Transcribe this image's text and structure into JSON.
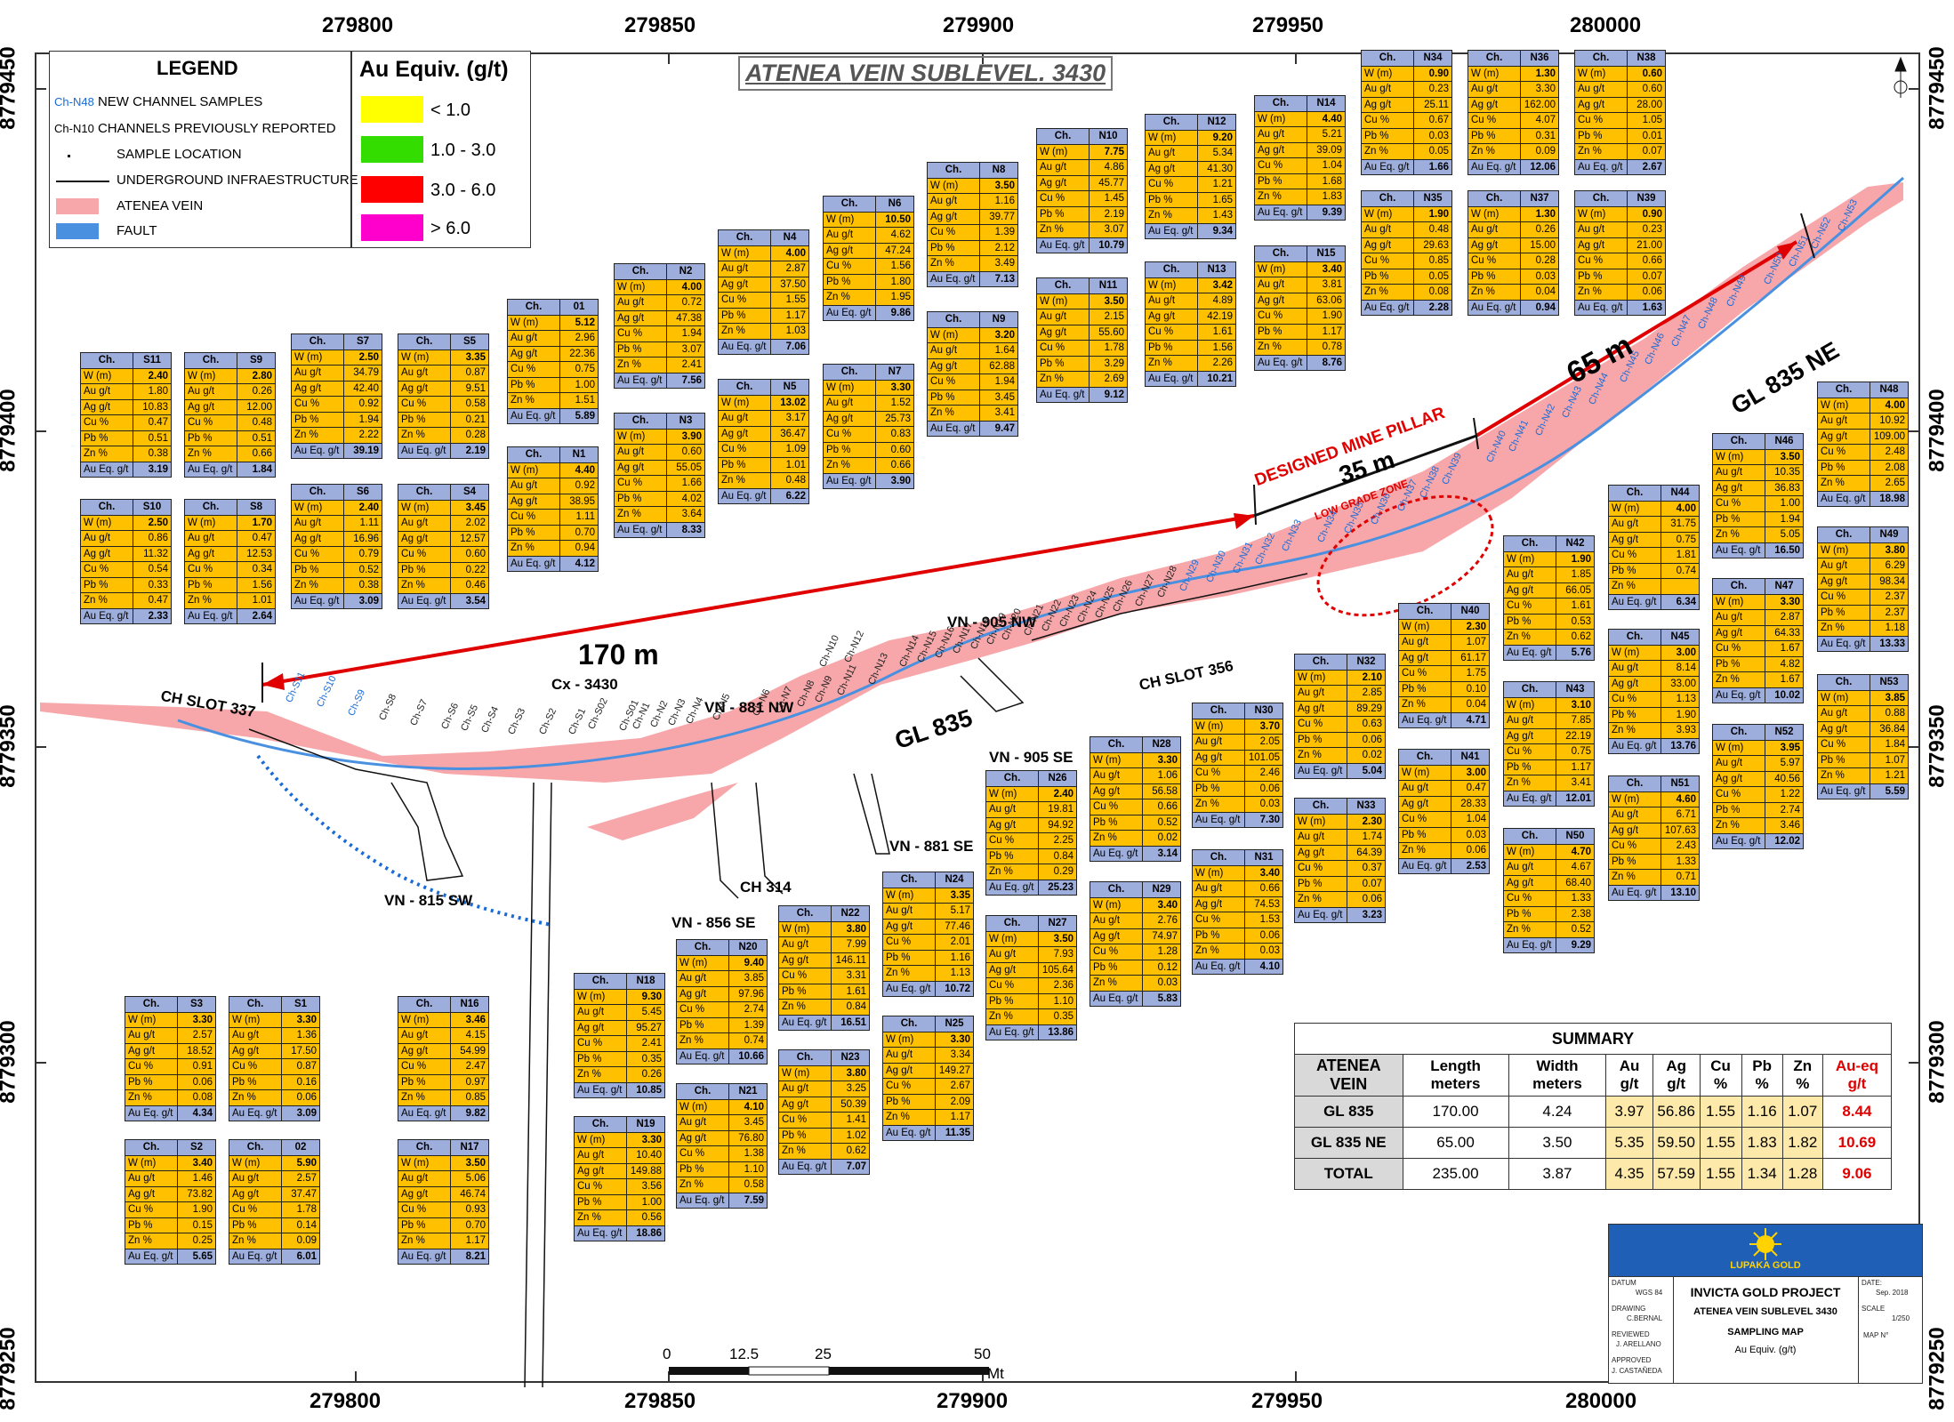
{
  "title": "ATENEA VEIN SUBLEVEL. 3430",
  "grid": {
    "x_labels": [
      "279800",
      "279850",
      "279900",
      "279950",
      "280000"
    ],
    "y_labels": [
      "8779450",
      "8779400",
      "8779350",
      "8779300",
      "8779250"
    ]
  },
  "legend": {
    "title": "LEGEND",
    "items": [
      {
        "code": "Ch-N48",
        "text": "NEW CHANNEL SAMPLES"
      },
      {
        "code": "Ch-N10",
        "text": "CHANNELS PREVIOUSLY REPORTED"
      },
      {
        "code": "",
        "text": "SAMPLE LOCATION"
      },
      {
        "code": "",
        "text": "UNDERGROUND INFRAESTRUCTURE"
      },
      {
        "code": "",
        "text": "ATENEA VEIN"
      },
      {
        "code": "",
        "text": "FAULT"
      }
    ],
    "color_title": "Au Equiv. (g/t)",
    "color_items": [
      {
        "label": "< 1.0",
        "color": "#ffff00"
      },
      {
        "label": "1.0 - 3.0",
        "color": "#33dd00"
      },
      {
        "label": "3.0 - 6.0",
        "color": "#ff0000"
      },
      {
        "label": "> 6.0",
        "color": "#ff00cc"
      }
    ],
    "vein_color": "#f7a7a9",
    "fault_color": "#4a90e0"
  },
  "labels": {
    "ch_slot_337": "CH SLOT 337",
    "ch_slot_356": "CH SLOT 356",
    "cx_3430": "Cx - 3430",
    "vn_881_nw": "VN - 881 NW",
    "vn_905_nw": "VN - 905 NW",
    "vn_905_se": "VN - 905 SE",
    "vn_881_se": "VN - 881 SE",
    "vn_856_se": "VN - 856 SE",
    "vn_815_sw": "VN - 815 SW",
    "ch_314": "CH 314",
    "gl_835": "GL 835",
    "gl_835_ne": "GL 835 NE",
    "dist_170": "170 m",
    "dist_65": "65 m",
    "dist_35": "35 m",
    "pillar": "DESIGNED MINE PILLAR",
    "low_grade": "LOW GRADE ZONE"
  },
  "channels_new": [
    "Ch-N33",
    "Ch-N34",
    "Ch-N35",
    "Ch-N36",
    "Ch-N37",
    "Ch-N38",
    "Ch-N39",
    "Ch-N40",
    "Ch-N41",
    "Ch-N42",
    "Ch-N43",
    "Ch-N44",
    "Ch-N45",
    "Ch-N46",
    "Ch-N47",
    "Ch-N48",
    "Ch-N49",
    "Ch-N50",
    "Ch-N51",
    "Ch-N52",
    "Ch-N53",
    "Ch-N29",
    "Ch-N30",
    "Ch-N31",
    "Ch-N32",
    "Ch-S11",
    "Ch-S10",
    "Ch-S9"
  ],
  "channels_old": [
    "Ch-S8",
    "Ch-S7",
    "Ch-S6",
    "Ch-S5",
    "Ch-S4",
    "Ch-S3",
    "Ch-S2",
    "Ch-S1",
    "Ch-S02",
    "Ch-S01",
    "Ch-N1",
    "Ch-N2",
    "Ch-N3",
    "Ch-N4",
    "Ch-N5",
    "Ch-N6",
    "Ch-N7",
    "Ch-N8",
    "Ch-N9",
    "Ch-N10",
    "Ch-N11",
    "Ch-N12",
    "Ch-N13",
    "Ch-N14",
    "Ch-N15",
    "Ch-N16",
    "Ch-N17",
    "Ch-N18",
    "Ch-N19",
    "Ch-N20",
    "Ch-N21",
    "Ch-N22",
    "Ch-N23",
    "Ch-N24",
    "Ch-N25",
    "Ch-N26",
    "Ch-N27",
    "Ch-N28"
  ],
  "table_row_labels": [
    "W (m)",
    "Au g/t",
    "Ag g/t",
    "Cu %",
    "Pb %",
    "Zn %",
    "Au Eq. g/t"
  ],
  "table_header_label": "Ch.",
  "tables": [
    {
      "id": "S11",
      "v": [
        "2.40",
        "1.80",
        "10.83",
        "0.47",
        "0.51",
        "0.38",
        "3.19"
      ],
      "new": true
    },
    {
      "id": "S9",
      "v": [
        "2.80",
        "0.26",
        "12.00",
        "0.48",
        "0.51",
        "0.66",
        "1.84"
      ],
      "new": true
    },
    {
      "id": "S7",
      "v": [
        "2.50",
        "34.79",
        "42.40",
        "0.92",
        "1.94",
        "2.22",
        "39.19"
      ],
      "new": false
    },
    {
      "id": "S5",
      "v": [
        "3.35",
        "0.87",
        "9.51",
        "0.58",
        "0.21",
        "0.28",
        "2.19"
      ],
      "new": false
    },
    {
      "id": "01",
      "v": [
        "5.12",
        "2.96",
        "22.36",
        "0.75",
        "1.00",
        "1.51",
        "5.89"
      ],
      "new": false
    },
    {
      "id": "N2",
      "v": [
        "4.00",
        "0.72",
        "47.38",
        "1.94",
        "3.07",
        "2.41",
        "7.56"
      ],
      "new": false
    },
    {
      "id": "N4",
      "v": [
        "4.00",
        "2.87",
        "37.50",
        "1.55",
        "1.17",
        "1.03",
        "7.06"
      ],
      "new": false
    },
    {
      "id": "N6",
      "v": [
        "10.50",
        "4.62",
        "47.24",
        "1.56",
        "1.80",
        "1.95",
        "9.86"
      ],
      "new": false
    },
    {
      "id": "N8",
      "v": [
        "3.50",
        "1.16",
        "39.77",
        "1.39",
        "2.12",
        "3.49",
        "7.13"
      ],
      "new": false
    },
    {
      "id": "N10",
      "v": [
        "7.75",
        "4.86",
        "45.77",
        "1.45",
        "2.19",
        "3.07",
        "10.79"
      ],
      "new": false
    },
    {
      "id": "N12",
      "v": [
        "9.20",
        "5.34",
        "41.30",
        "1.21",
        "1.65",
        "1.43",
        "9.34"
      ],
      "new": false
    },
    {
      "id": "N14",
      "v": [
        "4.40",
        "5.21",
        "39.09",
        "1.04",
        "1.68",
        "1.83",
        "9.39"
      ],
      "new": false
    },
    {
      "id": "S10",
      "v": [
        "2.50",
        "0.86",
        "11.32",
        "0.54",
        "0.33",
        "0.47",
        "2.33"
      ],
      "new": true
    },
    {
      "id": "S8",
      "v": [
        "1.70",
        "0.47",
        "12.53",
        "0.34",
        "1.56",
        "1.01",
        "2.64"
      ],
      "new": false
    },
    {
      "id": "S6",
      "v": [
        "2.40",
        "1.11",
        "16.96",
        "0.79",
        "0.52",
        "0.38",
        "3.09"
      ],
      "new": false
    },
    {
      "id": "S4",
      "v": [
        "3.45",
        "2.02",
        "12.57",
        "0.60",
        "0.22",
        "0.46",
        "3.54"
      ],
      "new": false
    },
    {
      "id": "N1",
      "v": [
        "4.40",
        "0.92",
        "38.95",
        "1.11",
        "0.70",
        "0.94",
        "4.12"
      ],
      "new": false
    },
    {
      "id": "N3",
      "v": [
        "3.90",
        "0.60",
        "55.05",
        "1.66",
        "4.02",
        "3.64",
        "8.33"
      ],
      "new": false
    },
    {
      "id": "N5",
      "v": [
        "13.02",
        "3.17",
        "36.47",
        "1.09",
        "1.01",
        "0.48",
        "6.22"
      ],
      "new": false
    },
    {
      "id": "N7",
      "v": [
        "3.30",
        "1.52",
        "25.73",
        "0.83",
        "0.60",
        "0.66",
        "3.90"
      ],
      "new": false
    },
    {
      "id": "N9",
      "v": [
        "3.20",
        "1.64",
        "62.88",
        "1.94",
        "3.45",
        "3.41",
        "9.47"
      ],
      "new": false
    },
    {
      "id": "N11",
      "v": [
        "3.50",
        "2.15",
        "55.60",
        "1.78",
        "3.29",
        "2.69",
        "9.12"
      ],
      "new": false
    },
    {
      "id": "N13",
      "v": [
        "3.42",
        "4.89",
        "42.19",
        "1.61",
        "1.56",
        "2.26",
        "10.21"
      ],
      "new": false
    },
    {
      "id": "N15",
      "v": [
        "3.40",
        "3.81",
        "63.06",
        "1.90",
        "1.17",
        "0.78",
        "8.76"
      ],
      "new": false
    },
    {
      "id": "N34",
      "v": [
        "0.90",
        "0.23",
        "25.11",
        "0.67",
        "0.03",
        "0.05",
        "1.66"
      ],
      "new": true
    },
    {
      "id": "N36",
      "v": [
        "1.30",
        "3.30",
        "162.00",
        "4.07",
        "0.31",
        "0.09",
        "12.06"
      ],
      "new": true
    },
    {
      "id": "N38",
      "v": [
        "0.60",
        "0.60",
        "28.00",
        "1.05",
        "0.01",
        "0.07",
        "2.67"
      ],
      "new": true
    },
    {
      "id": "N35",
      "v": [
        "1.90",
        "0.48",
        "29.63",
        "0.85",
        "0.05",
        "0.08",
        "2.28"
      ],
      "new": true
    },
    {
      "id": "N37",
      "v": [
        "1.30",
        "0.26",
        "15.00",
        "0.28",
        "0.03",
        "0.04",
        "0.94"
      ],
      "new": true
    },
    {
      "id": "N39",
      "v": [
        "0.90",
        "0.23",
        "21.00",
        "0.66",
        "0.07",
        "0.06",
        "1.63"
      ],
      "new": true
    },
    {
      "id": "N48",
      "v": [
        "4.00",
        "10.92",
        "109.00",
        "2.48",
        "2.08",
        "2.65",
        "18.98"
      ],
      "new": true
    },
    {
      "id": "N46",
      "v": [
        "3.50",
        "10.35",
        "36.83",
        "1.00",
        "1.94",
        "5.05",
        "16.50"
      ],
      "new": true
    },
    {
      "id": "N44",
      "v": [
        "4.00",
        "31.75",
        "0.75",
        "1.81",
        "0.74",
        "",
        "6.34"
      ],
      "new": true
    },
    {
      "id": "N42",
      "v": [
        "1.90",
        "1.85",
        "66.05",
        "1.61",
        "0.53",
        "0.62",
        "5.76"
      ],
      "new": true
    },
    {
      "id": "N49",
      "v": [
        "3.80",
        "6.29",
        "98.34",
        "2.37",
        "2.37",
        "1.18",
        "13.33"
      ],
      "new": true
    },
    {
      "id": "N47",
      "v": [
        "3.30",
        "2.87",
        "64.33",
        "1.67",
        "4.82",
        "1.67",
        "10.02"
      ],
      "new": true
    },
    {
      "id": "N45",
      "v": [
        "3.00",
        "8.14",
        "33.00",
        "1.13",
        "1.90",
        "3.93",
        "13.76"
      ],
      "new": true
    },
    {
      "id": "N43",
      "v": [
        "3.10",
        "7.85",
        "22.19",
        "0.75",
        "1.17",
        "3.41",
        "12.01"
      ],
      "new": true
    },
    {
      "id": "N40",
      "v": [
        "2.30",
        "1.07",
        "61.17",
        "1.75",
        "0.10",
        "0.04",
        "4.71"
      ],
      "new": true
    },
    {
      "id": "N32",
      "v": [
        "2.10",
        "2.85",
        "89.29",
        "0.63",
        "0.06",
        "0.02",
        "5.04"
      ],
      "new": true
    },
    {
      "id": "N53",
      "v": [
        "3.85",
        "0.88",
        "36.84",
        "1.84",
        "1.07",
        "1.21",
        "5.59"
      ],
      "new": true
    },
    {
      "id": "N52",
      "v": [
        "3.95",
        "5.97",
        "40.56",
        "1.22",
        "2.74",
        "3.46",
        "12.02"
      ],
      "new": true
    },
    {
      "id": "N51",
      "v": [
        "4.60",
        "6.71",
        "107.63",
        "2.43",
        "1.33",
        "0.71",
        "13.10"
      ],
      "new": true
    },
    {
      "id": "N50",
      "v": [
        "4.70",
        "4.67",
        "68.40",
        "1.33",
        "2.38",
        "0.52",
        "9.29"
      ],
      "new": true
    },
    {
      "id": "N41",
      "v": [
        "3.00",
        "0.47",
        "28.33",
        "1.04",
        "0.03",
        "0.06",
        "2.53"
      ],
      "new": true
    },
    {
      "id": "N33",
      "v": [
        "2.30",
        "1.74",
        "64.39",
        "0.37",
        "0.07",
        "0.06",
        "3.23"
      ],
      "new": true
    },
    {
      "id": "N30",
      "v": [
        "3.70",
        "2.05",
        "101.05",
        "2.46",
        "0.06",
        "0.03",
        "7.30"
      ],
      "new": true
    },
    {
      "id": "N31",
      "v": [
        "3.40",
        "0.66",
        "74.53",
        "1.53",
        "0.06",
        "0.03",
        "4.10"
      ],
      "new": true
    },
    {
      "id": "N28",
      "v": [
        "3.30",
        "1.06",
        "56.58",
        "0.66",
        "0.52",
        "0.02",
        "3.14"
      ],
      "new": false
    },
    {
      "id": "N29",
      "v": [
        "3.40",
        "2.76",
        "74.97",
        "1.28",
        "0.12",
        "0.03",
        "5.83"
      ],
      "new": true
    },
    {
      "id": "N26",
      "v": [
        "2.40",
        "19.81",
        "94.92",
        "2.25",
        "0.84",
        "0.29",
        "25.23"
      ],
      "new": false
    },
    {
      "id": "N27",
      "v": [
        "3.50",
        "7.93",
        "105.64",
        "2.36",
        "1.10",
        "0.35",
        "13.86"
      ],
      "new": false
    },
    {
      "id": "N24",
      "v": [
        "3.35",
        "5.17",
        "77.46",
        "2.01",
        "1.16",
        "1.13",
        "10.72"
      ],
      "new": false
    },
    {
      "id": "N25",
      "v": [
        "3.30",
        "3.34",
        "149.27",
        "2.67",
        "2.09",
        "1.17",
        "11.35"
      ],
      "new": false
    },
    {
      "id": "N22",
      "v": [
        "3.80",
        "7.99",
        "146.11",
        "3.31",
        "1.61",
        "0.84",
        "16.51"
      ],
      "new": false
    },
    {
      "id": "N23",
      "v": [
        "3.80",
        "3.25",
        "50.39",
        "1.41",
        "1.02",
        "0.62",
        "7.07"
      ],
      "new": false
    },
    {
      "id": "N20",
      "v": [
        "9.40",
        "3.85",
        "97.96",
        "2.74",
        "1.39",
        "0.74",
        "10.66"
      ],
      "new": false
    },
    {
      "id": "N21",
      "v": [
        "4.10",
        "3.45",
        "76.80",
        "1.38",
        "1.10",
        "0.58",
        "7.59"
      ],
      "new": false
    },
    {
      "id": "N18",
      "v": [
        "9.30",
        "5.45",
        "95.27",
        "2.41",
        "0.35",
        "0.26",
        "10.85"
      ],
      "new": false
    },
    {
      "id": "N19",
      "v": [
        "3.30",
        "10.40",
        "149.88",
        "3.56",
        "1.00",
        "0.56",
        "18.86"
      ],
      "new": false
    },
    {
      "id": "S3",
      "v": [
        "3.30",
        "2.57",
        "18.52",
        "0.91",
        "0.06",
        "0.08",
        "4.34"
      ],
      "new": false
    },
    {
      "id": "S1",
      "v": [
        "3.30",
        "1.36",
        "17.50",
        "0.87",
        "0.16",
        "0.06",
        "3.09"
      ],
      "new": false
    },
    {
      "id": "N16",
      "v": [
        "3.46",
        "4.15",
        "54.99",
        "2.47",
        "0.97",
        "0.85",
        "9.82"
      ],
      "new": false
    },
    {
      "id": "S2",
      "v": [
        "3.40",
        "1.46",
        "73.82",
        "1.90",
        "0.15",
        "0.25",
        "5.65"
      ],
      "new": false
    },
    {
      "id": "02",
      "v": [
        "5.90",
        "2.57",
        "37.47",
        "1.78",
        "0.14",
        "0.09",
        "6.01"
      ],
      "new": false
    },
    {
      "id": "N17",
      "v": [
        "3.50",
        "5.06",
        "46.74",
        "0.93",
        "0.70",
        "1.17",
        "8.21"
      ],
      "new": false
    }
  ],
  "summary": {
    "title": "SUMMARY",
    "headers": [
      "ATENEA VEIN",
      "Length meters",
      "Width meters",
      "Au g/t",
      "Ag g/t",
      "Cu %",
      "Pb %",
      "Zn %",
      "Au-eq g/t"
    ],
    "rows": [
      [
        "GL 835",
        "170.00",
        "4.24",
        "3.97",
        "56.86",
        "1.55",
        "1.16",
        "1.07",
        "8.44"
      ],
      [
        "GL 835 NE",
        "65.00",
        "3.50",
        "5.35",
        "59.50",
        "1.55",
        "1.83",
        "1.82",
        "10.69"
      ],
      [
        "TOTAL",
        "235.00",
        "3.87",
        "4.35",
        "57.59",
        "1.55",
        "1.34",
        "1.28",
        "9.06"
      ]
    ]
  },
  "titleblock": {
    "logo": "LUPAKA GOLD",
    "project": "INVICTA GOLD PROJECT",
    "subtitle1": "ATENEA VEIN SUBLEVEL 3430",
    "subtitle2": "SAMPLING MAP",
    "subtitle3": "Au Equiv. (g/t)",
    "datum_label": "DATUM",
    "datum": "WGS 84",
    "drawing_label": "DRAWING",
    "drawing": "C.BERNAL",
    "reviewed_label": "REVIEWED",
    "reviewed": "J. ARELLANO",
    "approved_label": "APPROVED",
    "approved": "J. CASTAÑEDA",
    "date_label": "DATE:",
    "date": "Sep. 2018",
    "scale_label": "SCALE",
    "scale": "1/250",
    "map_label": "MAP N°"
  },
  "scalebar": {
    "ticks": [
      "0",
      "12.5",
      "25",
      "50"
    ],
    "unit": "Mt"
  }
}
